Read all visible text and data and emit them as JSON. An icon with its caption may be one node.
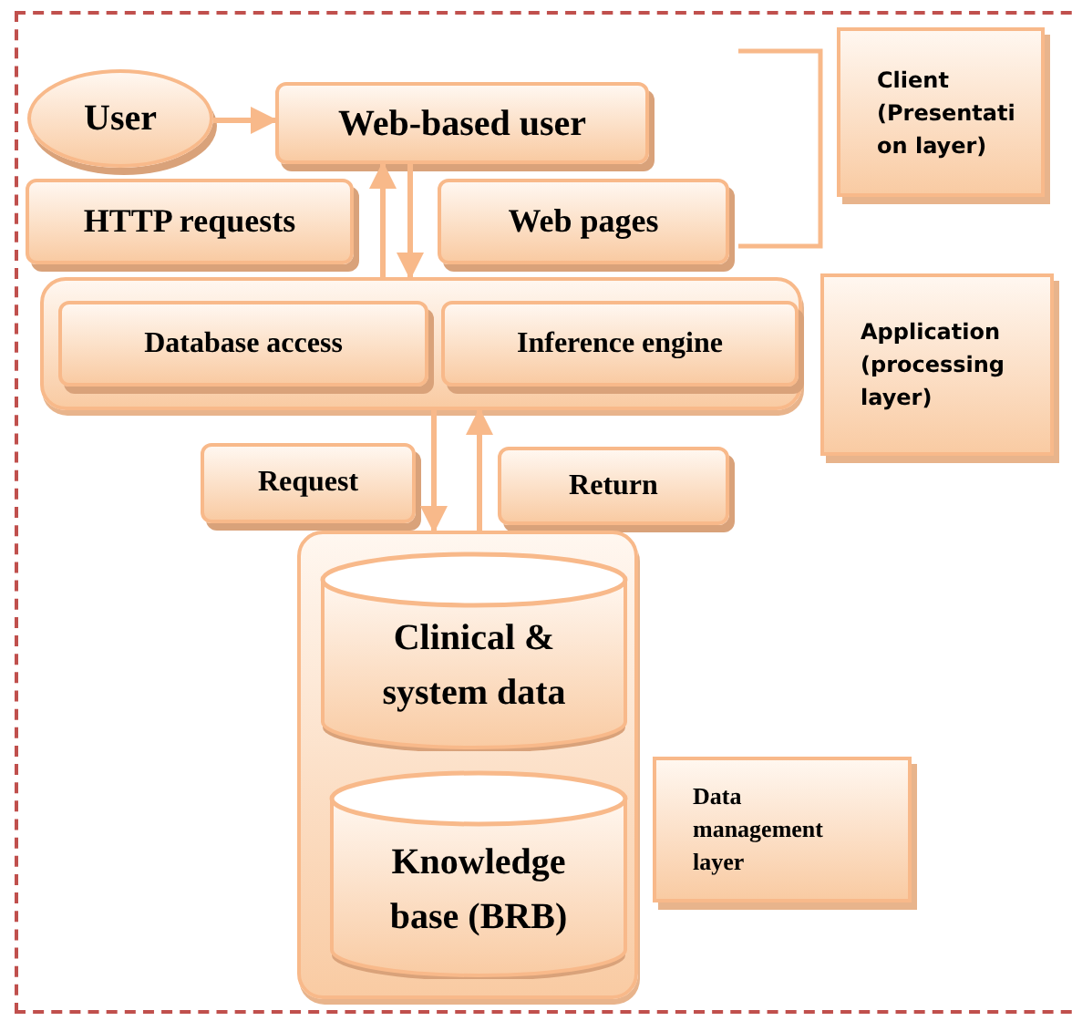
{
  "diagram": {
    "nodes": [
      {
        "text": [
          "User"
        ]
      },
      {
        "text": [
          "Web-based user"
        ]
      },
      {
        "text": [
          "HTTP requests"
        ]
      },
      {
        "text": [
          "Web pages"
        ]
      },
      {
        "text": [
          "Client (Presentation layer)"
        ]
      },
      {
        "text": [],
        "shape": "box"
      },
      {
        "text": [
          "Database access"
        ],
        "in": 5
      },
      {
        "text": [
          "Inference engine"
        ],
        "in": 5
      },
      {
        "text": [
          "Application (processing layer)"
        ]
      },
      {
        "text": [
          "Request"
        ]
      },
      {
        "text": [
          "Return"
        ]
      },
      {
        "text": [],
        "shape": "box"
      },
      {
        "text": [
          "Clinical & system data"
        ],
        "in": 11
      },
      {
        "text": [
          "Knowledge base (BRB)"
        ],
        "in": 11
      },
      {
        "text": [
          "Data management layer"
        ]
      }
    ],
    "edges": [
      {
        "from": 0,
        "to": 1,
        "arrow": "to"
      },
      {
        "from": 5,
        "to": 1,
        "arrow": "to"
      },
      {
        "from": 1,
        "to": 5,
        "arrow": "to"
      },
      {
        "from": 5,
        "to": 11,
        "arrow": "to"
      },
      {
        "from": 11,
        "to": 5,
        "arrow": "to"
      }
    ]
  }
}
